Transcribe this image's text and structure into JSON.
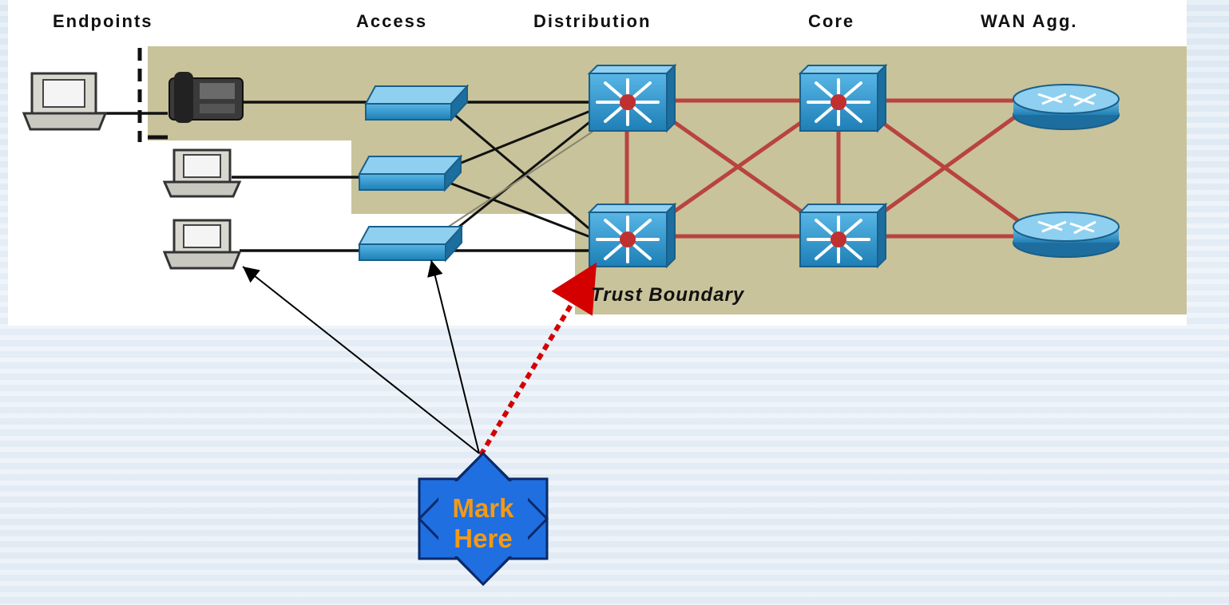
{
  "layers": [
    "Endpoints",
    "Access",
    "Distribution",
    "Core",
    "WAN Agg."
  ],
  "trust_boundary_label": "Trust Boundary",
  "callout": {
    "line1": "Mark",
    "line2": "Here"
  },
  "colors": {
    "zone_fill": "#c8c39a",
    "switch_blue": "#2f93c8",
    "link_red": "#b8433f",
    "link_black": "#111111",
    "callout_fill": "#1f6fe0",
    "callout_text": "#f29a16",
    "dotted_arrow": "#d40000"
  },
  "icons": [
    "laptop-icon",
    "ip-phone-icon",
    "access-switch-icon",
    "multilayer-switch-icon",
    "router-icon"
  ]
}
